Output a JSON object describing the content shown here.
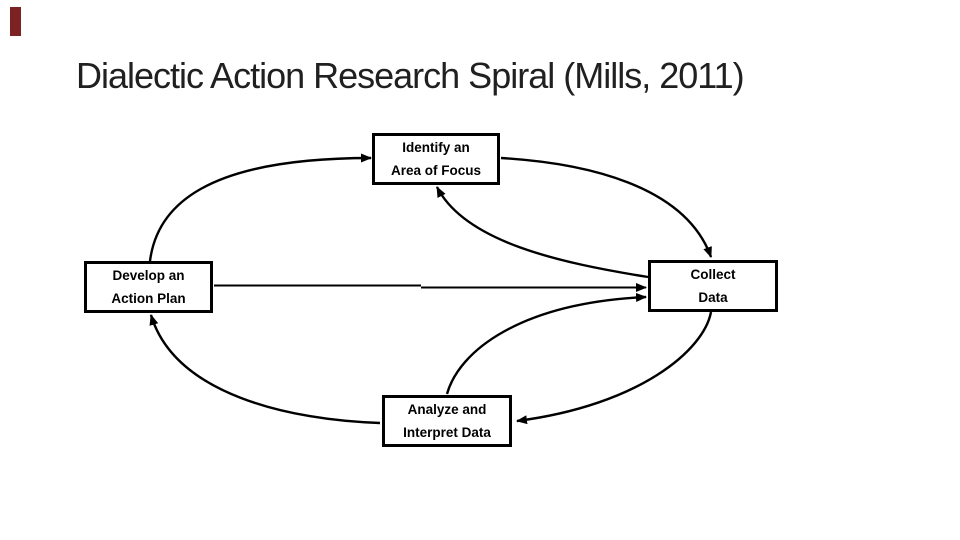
{
  "slide": {
    "title": "Dialectic Action Research Spiral (Mills, 2011)",
    "title_color": "#202020",
    "diagram_color": "#000000",
    "accent_bar_color": "#7C2222",
    "background": "#FFFFFF"
  },
  "diagram": {
    "nodes": [
      {
        "id": "identify",
        "label": "Identify an Area of Focus",
        "line1": "Identify an",
        "line2": "Area of Focus"
      },
      {
        "id": "collect",
        "label": "Collect Data",
        "line1": "Collect",
        "line2": "Data"
      },
      {
        "id": "analyze",
        "label": "Analyze and Interpret Data",
        "line1": "Analyze and",
        "line2": "Interpret Data"
      },
      {
        "id": "develop",
        "label": "Develop an Action Plan",
        "line1": "Develop an",
        "line2": "Action Plan"
      }
    ],
    "edges": [
      {
        "from": "Develop an Action Plan",
        "to": "Identify an Area of Focus",
        "kind": "outer cycle arc"
      },
      {
        "from": "Identify an Area of Focus",
        "to": "Collect Data",
        "kind": "outer cycle arc"
      },
      {
        "from": "Collect Data",
        "to": "Analyze and Interpret Data",
        "kind": "outer cycle arc"
      },
      {
        "from": "Analyze and Interpret Data",
        "to": "Develop an Action Plan",
        "kind": "outer cycle arc"
      },
      {
        "from": "Develop an Action Plan",
        "to": "Collect Data",
        "kind": "straight line"
      },
      {
        "from": "Collect Data",
        "to": "Identify an Area of Focus",
        "kind": "inner arc"
      },
      {
        "from": "Analyze and Interpret Data",
        "to": "Collect Data",
        "kind": "inner arc"
      }
    ]
  }
}
